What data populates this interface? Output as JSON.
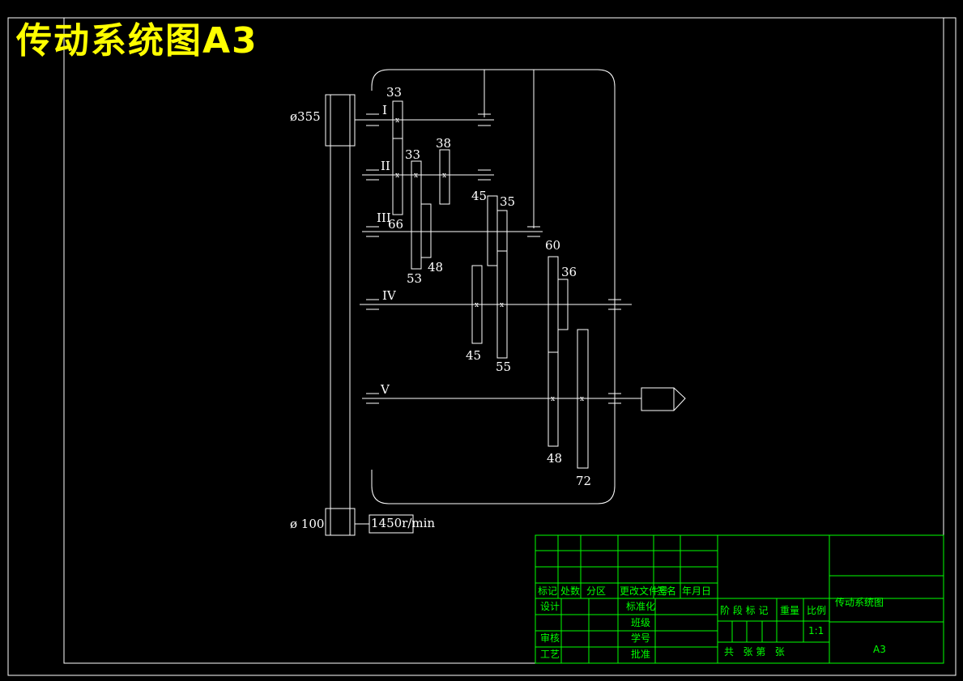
{
  "sheet": {
    "title": "传动系统图A3",
    "colors": {
      "background": "#000000",
      "lines": "#ffffff",
      "title": "#ffff00",
      "title_block": "#00ff00"
    }
  },
  "diagram": {
    "pulley_large": "ø355",
    "pulley_small": "ø 100",
    "motor": "1450r/min",
    "shafts": [
      "I",
      "II",
      "III",
      "IV",
      "V"
    ],
    "gears": [
      "33",
      "33",
      "38",
      "66",
      "53",
      "48",
      "45",
      "35",
      "45",
      "55",
      "60",
      "36",
      "48",
      "72"
    ]
  },
  "title_block": {
    "header_row": [
      "标记",
      "处数",
      "分区",
      "更改文件号",
      "签名",
      "年月日"
    ],
    "design": "设计",
    "standardize": "标准化",
    "class": "班级",
    "student_id": "学号",
    "review": "审核",
    "process": "工艺",
    "approve": "批准",
    "stage_headers": [
      "阶 段 标 记",
      "重量",
      "比例"
    ],
    "scale": "1:1",
    "sheet_count": "共   张 第   张",
    "drawing_name": "传动系统图",
    "drawing_size": "A3"
  }
}
